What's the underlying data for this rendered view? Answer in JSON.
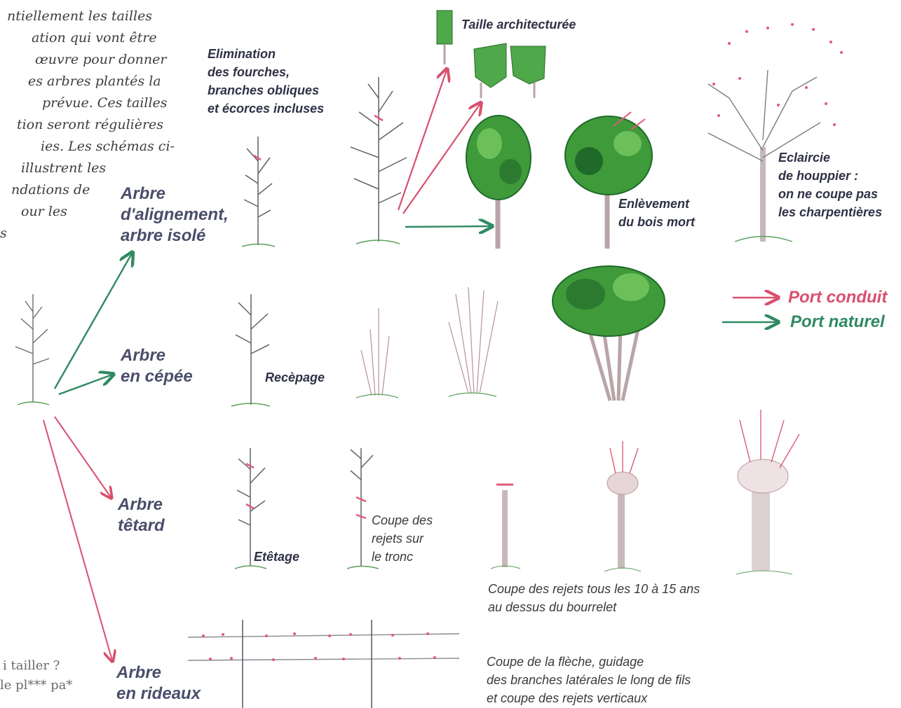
{
  "intro_text": {
    "lines": [
      "ntiellement les tailles",
      "ation qui vont être",
      "œuvre pour donner",
      "es arbres plantés la",
      "prévue. Ces tailles",
      "tion seront régulières",
      "ies. Les schémas ci-",
      "illustrent les",
      "ndations de",
      "our les",
      "s"
    ]
  },
  "bottom_left_text": {
    "lines": [
      "i tailler ?",
      "le  pl***  pa*"
    ]
  },
  "categories": {
    "alignement": [
      "Arbre",
      "d'alignement,",
      "arbre isolé"
    ],
    "cepee": [
      "Arbre",
      "en cépée"
    ],
    "tetard": [
      "Arbre",
      "têtard"
    ],
    "rideaux": [
      "Arbre",
      "en rideaux"
    ]
  },
  "captions": {
    "taille_architecturee": "Taille architecturée",
    "elimination": [
      "Elimination",
      "des fourches,",
      "branches obliques",
      "et écorces incluses"
    ],
    "enlevement": [
      "Enlèvement",
      "du bois mort"
    ],
    "eclaircie": [
      "Eclaircie",
      "de houppier :",
      "on ne coupe pas",
      "les charpentières"
    ],
    "recepage": "Recèpage",
    "etetage": "Etêtage",
    "coupe_rejets_tronc": [
      "Coupe des",
      "rejets sur",
      "le tronc"
    ],
    "coupe_rejets_10_15": [
      "Coupe des rejets tous les 10 à 15 ans",
      "au dessus du bourrelet"
    ],
    "coupe_fleche": [
      "Coupe de la flèche, guidage",
      "des branches latérales le long de fils",
      "et coupe des rejets verticaux"
    ]
  },
  "legend": {
    "port_conduit": "Port conduit",
    "port_naturel": "Port naturel"
  },
  "colors": {
    "port_conduit": "#d8506e",
    "port_naturel": "#2f8a62",
    "canopy_green": "#3f9a3a",
    "canopy_dark": "#1f6a2a",
    "trunk": "#b9a4a8",
    "branch": "#5e6068",
    "cut_mark": "#e05a78"
  }
}
